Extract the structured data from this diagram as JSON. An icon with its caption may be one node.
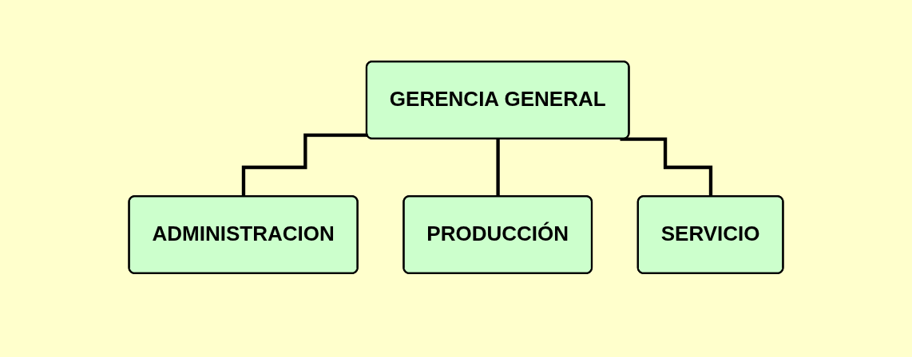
{
  "diagram": {
    "nodes": [
      {
        "text": [
          "GERENCIA GENERAL"
        ]
      },
      {
        "text": [
          "ADMINISTRACION"
        ]
      },
      {
        "text": [
          "PRODUCCIÓN"
        ]
      },
      {
        "text": [
          "SERVICIO"
        ]
      }
    ],
    "edges": [
      {
        "from": 0,
        "to": 1,
        "arrow": "none"
      },
      {
        "from": 0,
        "to": 2,
        "arrow": "none"
      },
      {
        "from": 0,
        "to": 3,
        "arrow": "none"
      }
    ]
  }
}
